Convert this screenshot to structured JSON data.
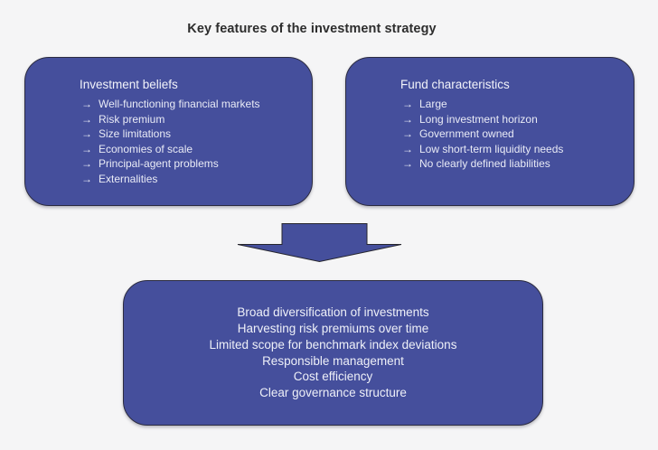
{
  "title": "Key features of the investment strategy",
  "bullet_icon": "→",
  "colors": {
    "background": "#f5f5f6",
    "box_fill": "#454f9c",
    "box_border": "#2c2c40",
    "box_text": "#eceef7",
    "title_text": "#2d2d2d"
  },
  "boxes": {
    "investment_beliefs": {
      "title": "Investment beliefs",
      "items": [
        "Well-functioning financial markets",
        "Risk premium",
        "Size limitations",
        "Economies of scale",
        "Principal-agent problems",
        "Externalities"
      ]
    },
    "fund_characteristics": {
      "title": "Fund characteristics",
      "items": [
        "Large",
        "Long investment horizon",
        "Government owned",
        "Low short-term liquidity needs",
        "No clearly defined liabilities"
      ]
    },
    "strategy_outcomes": {
      "items": [
        "Broad diversification of investments",
        "Harvesting risk premiums over time",
        "Limited scope for benchmark index deviations",
        "Responsible management",
        "Cost efficiency",
        "Clear governance structure"
      ]
    }
  }
}
